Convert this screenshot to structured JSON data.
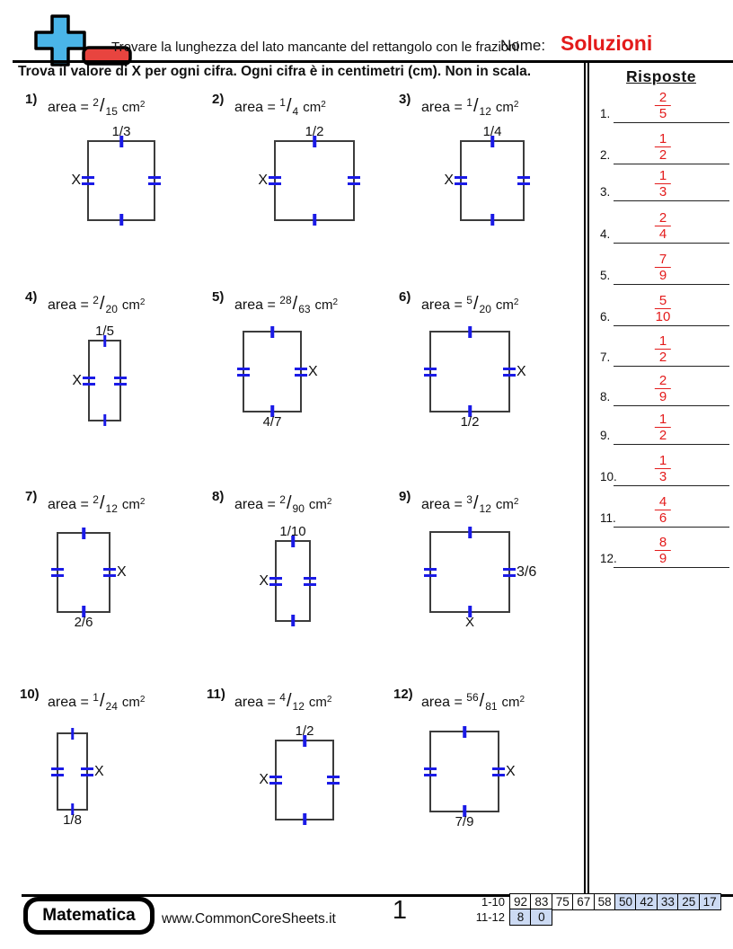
{
  "colors": {
    "accent_red": "#e31b1b",
    "tick_blue": "#1a1ae6",
    "logo_blue": "#4ab5e8",
    "logo_red": "#e8443f",
    "score_highlight": "#ccdaf3"
  },
  "header": {
    "logo_icon": "plus-minus-icon",
    "title": "Trovare la lunghezza del lato mancante del rettangolo con le frazioni",
    "name_label": "Nome:",
    "name_value": "Soluzioni"
  },
  "instructions": "Trova il valore di X per ogni cifra. Ogni cifra è in centimetri (cm). Non in scala.",
  "labels": {
    "area_prefix": "area =",
    "fraction_slash": "/",
    "unit": "cm",
    "unit_exp": "2"
  },
  "problems": [
    {
      "number": "1)",
      "area_num": "2",
      "area_den": "15",
      "top_label": "1/3",
      "left_label": "X"
    },
    {
      "number": "2)",
      "area_num": "1",
      "area_den": "4",
      "top_label": "1/2",
      "left_label": "X"
    },
    {
      "number": "3)",
      "area_num": "1",
      "area_den": "12",
      "top_label": "1/4",
      "left_label": "X"
    },
    {
      "number": "4)",
      "area_num": "2",
      "area_den": "20",
      "top_label": "1/5",
      "left_label": "X"
    },
    {
      "number": "5)",
      "area_num": "28",
      "area_den": "63",
      "bottom_label": "4/7",
      "right_label": "X"
    },
    {
      "number": "6)",
      "area_num": "5",
      "area_den": "20",
      "bottom_label": "1/2",
      "right_label": "X"
    },
    {
      "number": "7)",
      "area_num": "2",
      "area_den": "12",
      "bottom_label": "2/6",
      "right_label": "X"
    },
    {
      "number": "8)",
      "area_num": "2",
      "area_den": "90",
      "top_label": "1/10",
      "left_label": "X"
    },
    {
      "number": "9)",
      "area_num": "3",
      "area_den": "12",
      "right_label": "3/6",
      "bottom_label": "X"
    },
    {
      "number": "10)",
      "area_num": "1",
      "area_den": "24",
      "bottom_label": "1/8",
      "right_label": "X"
    },
    {
      "number": "11)",
      "area_num": "4",
      "area_den": "12",
      "top_label": "1/2",
      "left_label": "X"
    },
    {
      "number": "12)",
      "area_num": "56",
      "area_den": "81",
      "bottom_label": "7/9",
      "right_label": "X"
    }
  ],
  "answers_panel": {
    "title": "Risposte",
    "items": [
      {
        "index": "1.",
        "num": "2",
        "den": "5"
      },
      {
        "index": "2.",
        "num": "1",
        "den": "2"
      },
      {
        "index": "3.",
        "num": "1",
        "den": "3"
      },
      {
        "index": "4.",
        "num": "2",
        "den": "4"
      },
      {
        "index": "5.",
        "num": "7",
        "den": "9"
      },
      {
        "index": "6.",
        "num": "5",
        "den": "10"
      },
      {
        "index": "7.",
        "num": "1",
        "den": "2"
      },
      {
        "index": "8.",
        "num": "2",
        "den": "9"
      },
      {
        "index": "9.",
        "num": "1",
        "den": "2"
      },
      {
        "index": "10.",
        "num": "1",
        "den": "3"
      },
      {
        "index": "11.",
        "num": "4",
        "den": "6"
      },
      {
        "index": "12.",
        "num": "8",
        "den": "9"
      }
    ]
  },
  "footer": {
    "brand": "Matematica",
    "website": "www.CommonCoreSheets.it",
    "page_number": "1",
    "score_table": {
      "row1_label": "1-10",
      "row1": [
        "92",
        "83",
        "75",
        "67",
        "58",
        "50",
        "42",
        "33",
        "25",
        "17"
      ],
      "row2_label": "11-12",
      "row2": [
        "8",
        "0"
      ]
    }
  }
}
